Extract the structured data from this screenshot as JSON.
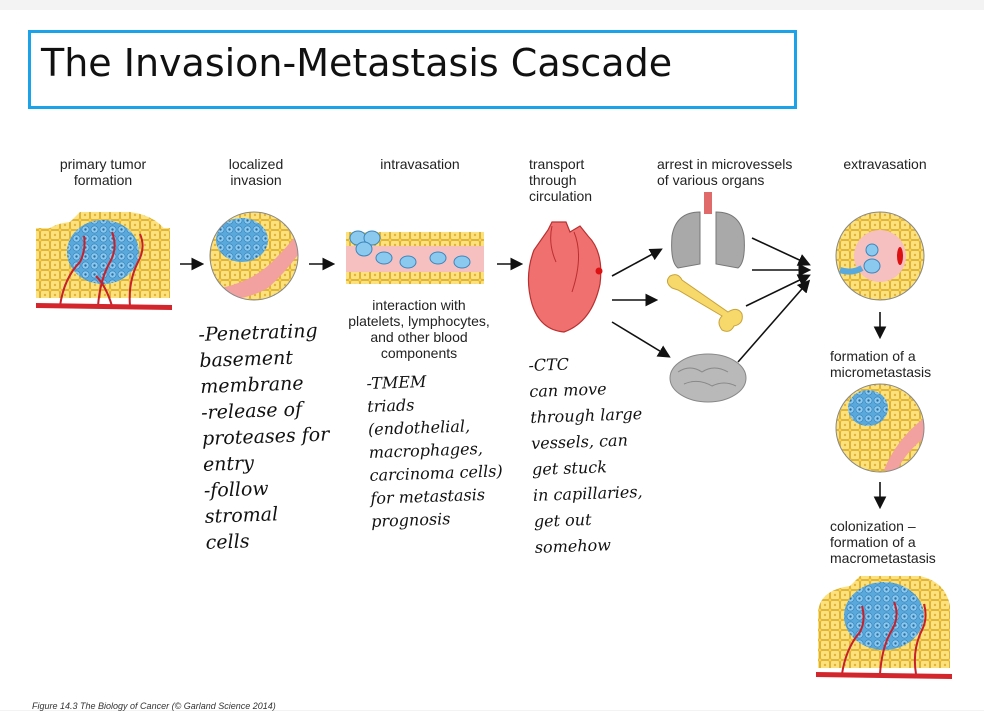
{
  "title": "The Invasion-Metastasis Cascade",
  "stages": {
    "primary": "primary tumor\nformation",
    "localized": "localized\ninvasion",
    "intravasation": "intravasation",
    "transport": "transport\nthrough\ncirculation",
    "arrest": "arrest in microvessels\nof various organs",
    "extravasation": "extravasation",
    "micrometastasis": "formation of a\nmicrometastasis",
    "colonization": "colonization –\nformation of a\nmacrometastasis"
  },
  "interaction_note": "interaction with\nplatelets, lymphocytes,\nand other blood\ncomponents",
  "handwritten": {
    "invasion": "-Penetrating\nbasement\nmembrane\n-release of\nproteases for\nentry\n-follow\nstromal\ncells",
    "intravasation": "-TMEM\ntriads\n(endothelial,\nmacrophages,\ncarcinoma cells)\nfor metastasis\nprognosis",
    "transport": "-CTC\ncan move\nthrough large\nvessels, can\nget stuck\nin capillaries,\nget out\nsomehow"
  },
  "caption": "Figure 14.3  The Biology of Cancer (© Garland Science 2014)"
}
